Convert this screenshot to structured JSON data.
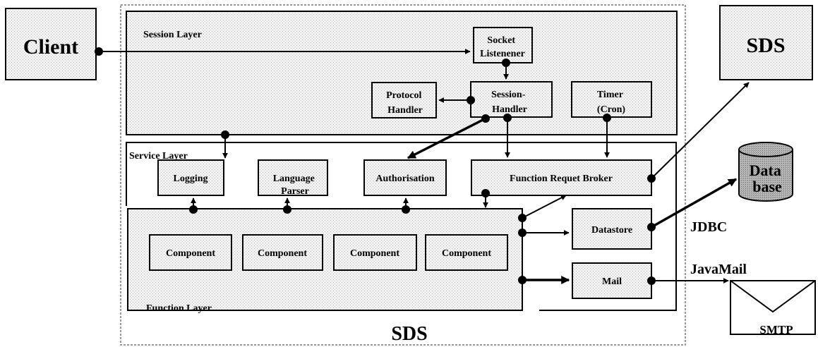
{
  "client": {
    "label": "Client"
  },
  "sds_external": {
    "label": "SDS"
  },
  "sds_main": {
    "label": "SDS"
  },
  "session_layer": {
    "title": "Session  Layer",
    "socket_listener": [
      "Socket",
      "Listenener"
    ],
    "protocol_handler": [
      "Protocol",
      "Handler"
    ],
    "session_handler": [
      "Session-",
      "Handler"
    ],
    "timer": [
      "Timer",
      "(Cron)"
    ]
  },
  "service_layer": {
    "title": "Service  Layer",
    "logging": "Logging",
    "language_parser": [
      "Language",
      "Parser"
    ],
    "authorisation": "Authorisation",
    "function_request_broker": "Function  Requet  Broker"
  },
  "function_layer": {
    "title": "Function Layer",
    "components": [
      "Component",
      "Component",
      "Component",
      "Component"
    ]
  },
  "datastore": {
    "label": "Datastore"
  },
  "mail": {
    "label": "Mail"
  },
  "database": {
    "label": [
      "Data",
      "base"
    ]
  },
  "jdbc": {
    "label": "JDBC"
  },
  "javamail": {
    "label": "JavaMail"
  },
  "smtp": {
    "label": "SMTP"
  }
}
